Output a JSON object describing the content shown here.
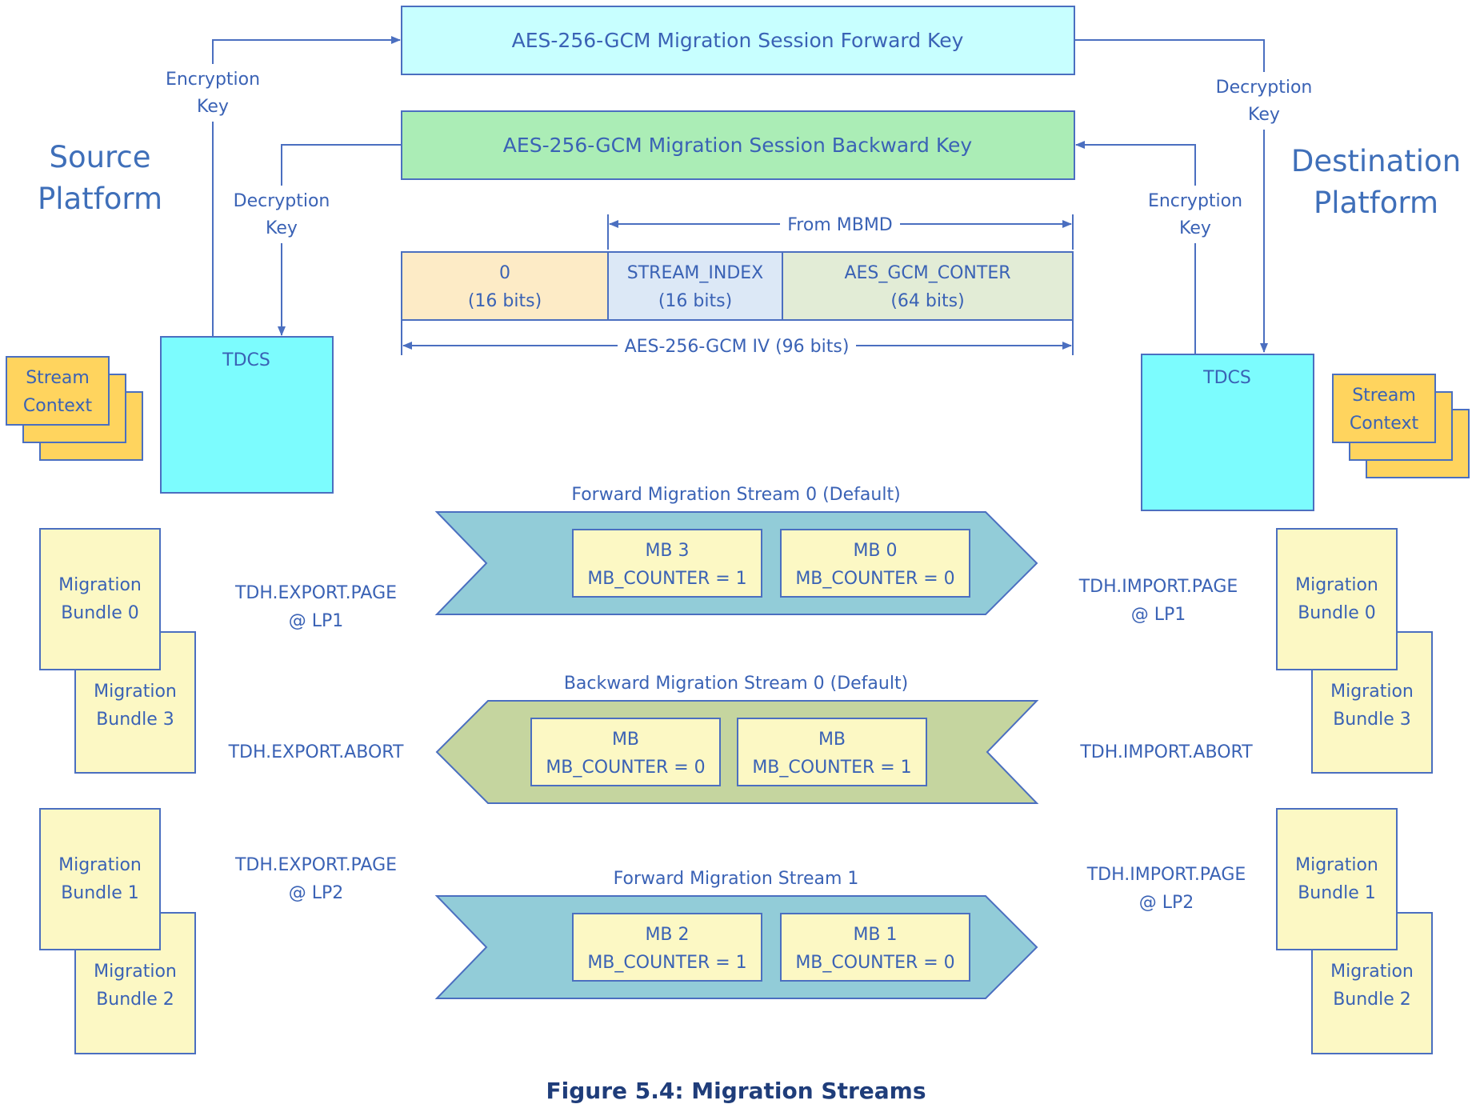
{
  "keys": {
    "forward": "AES-256-GCM Migration Session Forward Key",
    "backward": "AES-256-GCM Migration Session Backward Key"
  },
  "labels": {
    "encryption_key_line1": "Encryption",
    "key_word": "Key",
    "decryption_key_line1": "Decryption"
  },
  "platforms": {
    "source_line1": "Source",
    "source_line2": "Platform",
    "dest_line1": "Destination",
    "dest_line2": "Platform"
  },
  "iv": {
    "from_mbmd": "From MBMD",
    "fields": [
      {
        "line1": "0",
        "line2": "(16 bits)",
        "color": "#fdebc6"
      },
      {
        "line1": "STREAM_INDEX",
        "line2": "(16 bits)",
        "color": "#dce8f6"
      },
      {
        "line1": "AES_GCM_CONTER",
        "line2": "(64 bits)",
        "color": "#e2ecd6"
      }
    ],
    "total": "AES-256-GCM IV (96 bits)"
  },
  "tdcs": "TDCS",
  "stream_context": {
    "line1": "Stream",
    "line2": "Context"
  },
  "bundles": {
    "migration": "Migration",
    "b0": "Bundle 0",
    "b1": "Bundle 1",
    "b2": "Bundle 2",
    "b3": "Bundle  3"
  },
  "streams": [
    {
      "title": "Forward Migration Stream 0 (Default)",
      "direction": "forward",
      "color": "#92ccd8",
      "boxes": [
        {
          "line1": "MB 3",
          "line2": "MB_COUNTER = 1"
        },
        {
          "line1": "MB 0",
          "line2": "MB_COUNTER = 0"
        }
      ]
    },
    {
      "title": "Backward Migration Stream 0 (Default)",
      "direction": "backward",
      "color": "#c5d59f",
      "boxes": [
        {
          "line1": "MB",
          "line2": "MB_COUNTER = 0"
        },
        {
          "line1": "MB",
          "line2": "MB_COUNTER = 1"
        }
      ]
    },
    {
      "title": "Forward Migration Stream 1",
      "direction": "forward",
      "color": "#92ccd8",
      "boxes": [
        {
          "line1": "MB 2",
          "line2": "MB_COUNTER = 1"
        },
        {
          "line1": "MB 1",
          "line2": "MB_COUNTER = 0"
        }
      ]
    }
  ],
  "ops": {
    "export_page": "TDH.EXPORT.PAGE",
    "lp1": "@ LP1",
    "lp2": "@ LP2",
    "export_abort": "TDH.EXPORT.ABORT",
    "import_page": "TDH.IMPORT.PAGE",
    "import_abort": "TDH.IMPORT.ABORT"
  },
  "caption": "Figure 5.4:  Migration Streams",
  "colors": {
    "forward_key": "#c8ffff",
    "backward_key": "#abedb6",
    "tdcs": "#7cfcfe",
    "stream_context": "#ffd45e",
    "bundle": "#fcf8c4",
    "line": "#4b6fc0",
    "text": "#3a62b5"
  }
}
